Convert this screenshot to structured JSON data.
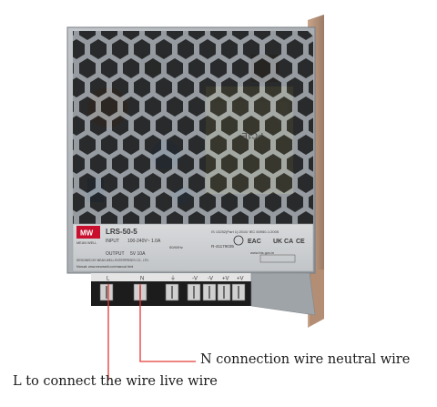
{
  "product": {
    "model": "LRS-50-5",
    "brand": "MW",
    "brand_sub": "MEAN WELL",
    "input_label": "INPUT",
    "input_value": "100-240V~  1.0A",
    "input_freq": "50/60Hz",
    "output_label": "OUTPUT",
    "output_value": "5V  10A",
    "cert_text": "IS 13252(Part 1):2010/ IEC 60950-1:2005",
    "rnum": "R-41179035",
    "site": "www.bis.gov.in",
    "marks": [
      "EAC",
      "UK CA",
      "CE"
    ],
    "manufacturer": "DESIGNED BY MEAN WELL ENTERPRISES CO., LTD.",
    "manual": "Manual: www.meanwell.com/manual.html",
    "board_text": "PC1E",
    "terminals": [
      "L",
      "N",
      "⏚",
      "-V",
      "-V",
      "+V",
      "+V"
    ]
  },
  "colors": {
    "callout_line": "#e53935",
    "chassis": "#aeb3b8",
    "mesh_hole": "#1a1a1a",
    "transformer": "#e9e38a",
    "brand_red": "#c8102e"
  },
  "callouts": {
    "neutral": "N connection wire neutral wire",
    "live": "L to connect the wire live wire"
  }
}
